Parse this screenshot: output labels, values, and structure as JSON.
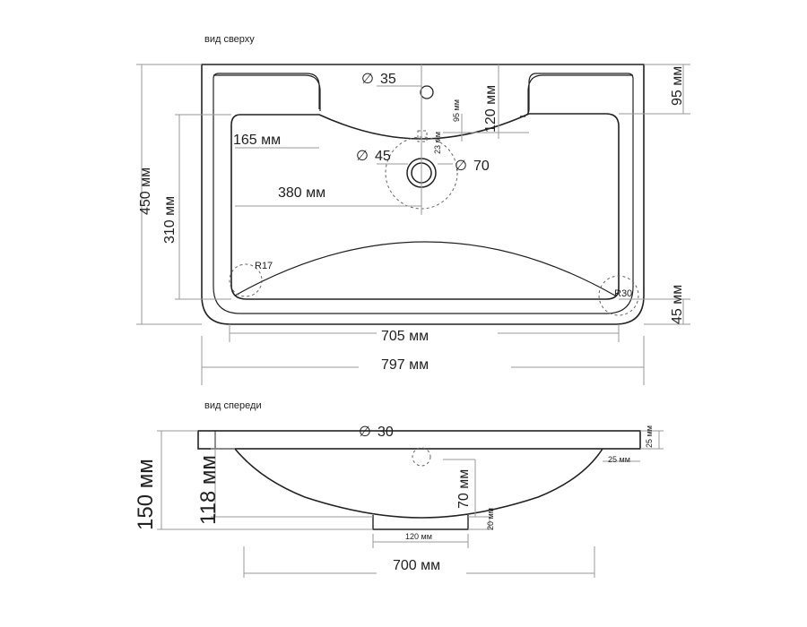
{
  "views": {
    "top": "вид сверху",
    "front": "вид спереди"
  },
  "top_view": {
    "diam_35": "35",
    "diam_45": "45",
    "diam_70": "70",
    "dim_120": "120 мм",
    "dim_95_right": "95 мм",
    "dim_95_small": "95 мм",
    "dim_23": "23 мм",
    "dim_165": "165 мм",
    "dim_380": "380 мм",
    "dim_450": "450 мм",
    "dim_310": "310 мм",
    "r17": "R17",
    "r30": "R30",
    "dim_45": "45 мм",
    "dim_705": "705 мм",
    "dim_797": "797 мм"
  },
  "front_view": {
    "diam_30": "30",
    "dim_150": "150 мм",
    "dim_118": "118 мм",
    "dim_70": "70 мм",
    "dim_20": "20 мм",
    "dim_120": "120 мм",
    "dim_25_top": "25 мм",
    "dim_25_side": "25 мм",
    "dim_700": "700 мм"
  },
  "diameter_symbol": "∅"
}
